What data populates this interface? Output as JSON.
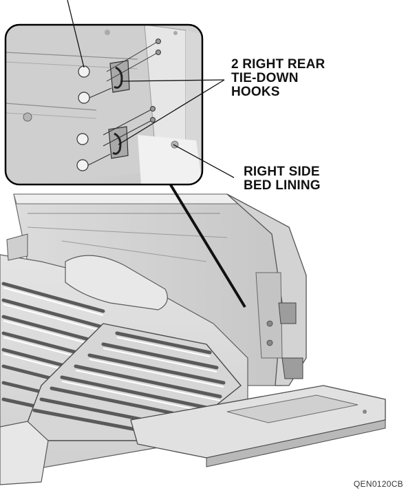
{
  "figure": {
    "callouts": {
      "hooks": {
        "line1": "2 RIGHT REAR",
        "line2": "TIE-DOWN",
        "line3": "HOOKS"
      },
      "lining": {
        "line1": "RIGHT SIDE",
        "line2": "BED LINING"
      }
    },
    "figure_code": "QEN0120CB"
  }
}
